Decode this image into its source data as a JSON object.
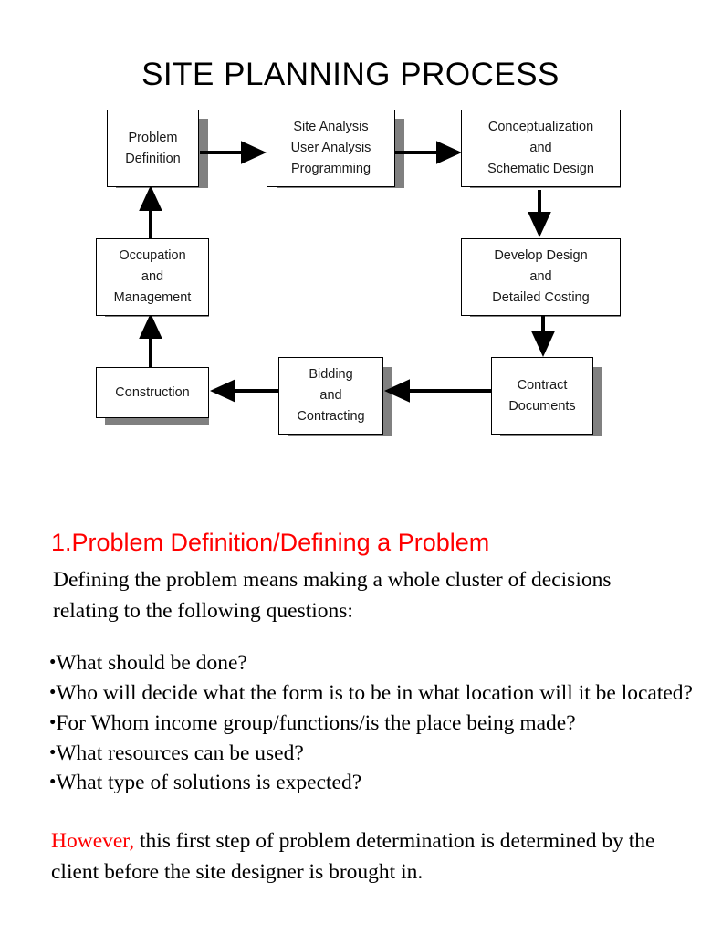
{
  "slide": {
    "title": "SITE PLANNING PROCESS"
  },
  "flowchart": {
    "nodes": [
      {
        "id": "problem-definition",
        "label": "Problem\nDefinition"
      },
      {
        "id": "site-analysis",
        "label": "Site Analysis\nUser Analysis\nProgramming"
      },
      {
        "id": "conceptualization",
        "label": "Conceptualization\nand\nSchematic Design"
      },
      {
        "id": "occupation-management",
        "label": "Occupation\nand\nManagement"
      },
      {
        "id": "develop-design",
        "label": "Develop Design\nand\nDetailed Costing"
      },
      {
        "id": "construction",
        "label": "Construction"
      },
      {
        "id": "bidding-contracting",
        "label": "Bidding\nand\nContracting"
      },
      {
        "id": "contract-documents",
        "label": "Contract\nDocuments"
      }
    ],
    "edges": [
      {
        "from": "problem-definition",
        "to": "site-analysis",
        "direction": "right"
      },
      {
        "from": "site-analysis",
        "to": "conceptualization",
        "direction": "right"
      },
      {
        "from": "conceptualization",
        "to": "develop-design",
        "direction": "down"
      },
      {
        "from": "develop-design",
        "to": "contract-documents",
        "direction": "down"
      },
      {
        "from": "contract-documents",
        "to": "bidding-contracting",
        "direction": "left"
      },
      {
        "from": "bidding-contracting",
        "to": "construction",
        "direction": "left"
      },
      {
        "from": "construction",
        "to": "occupation-management",
        "direction": "up"
      },
      {
        "from": "occupation-management",
        "to": "problem-definition",
        "direction": "up"
      }
    ]
  },
  "content": {
    "heading": "1.Problem Definition/Defining a Problem",
    "intro": "Defining the problem means making a whole cluster of decisions relating to the following questions:",
    "bullet_char": "•",
    "questions": [
      "What should be done?",
      "Who will decide what the form is to be in what location will it be located?",
      "For Whom  income group/functions/is the place being made?",
      "What resources can be used?",
      "What type of solutions is expected?"
    ],
    "closing_highlight": "However,",
    "closing_rest": " this first step of problem determination is determined by the client before the site designer is brought in."
  },
  "colors": {
    "accent_red": "#ff0000",
    "shadow_gray": "#808080",
    "box_border": "#000000",
    "text": "#000000"
  }
}
